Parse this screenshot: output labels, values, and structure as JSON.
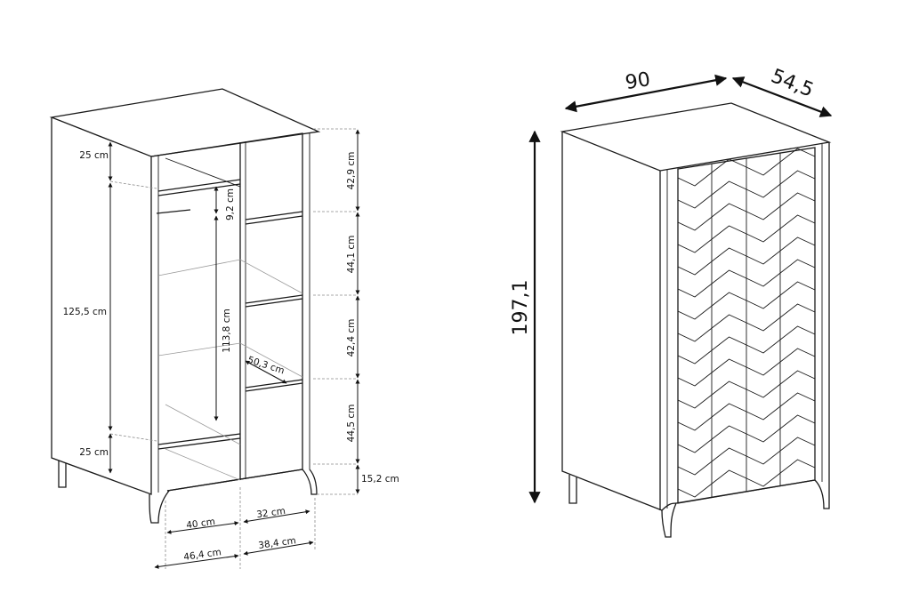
{
  "left_view": {
    "dims": {
      "d25_top": "25 cm",
      "d125_5": "125,5 cm",
      "d25_bottom": "25 cm",
      "d9_2": "9,2 cm",
      "d113_8": "113,8 cm",
      "d50_3": "50,3 cm",
      "d42_9": "42,9 cm",
      "d44_1": "44,1 cm",
      "d42_4": "42,4 cm",
      "d44_5": "44,5 cm",
      "d15_2": "15,2 cm",
      "d40": "40 cm",
      "d32": "32 cm",
      "d46_4": "46,4 cm",
      "d38_4": "38,4 cm"
    }
  },
  "right_view": {
    "dims": {
      "width": "90",
      "depth": "54,5",
      "height": "197,1"
    }
  }
}
